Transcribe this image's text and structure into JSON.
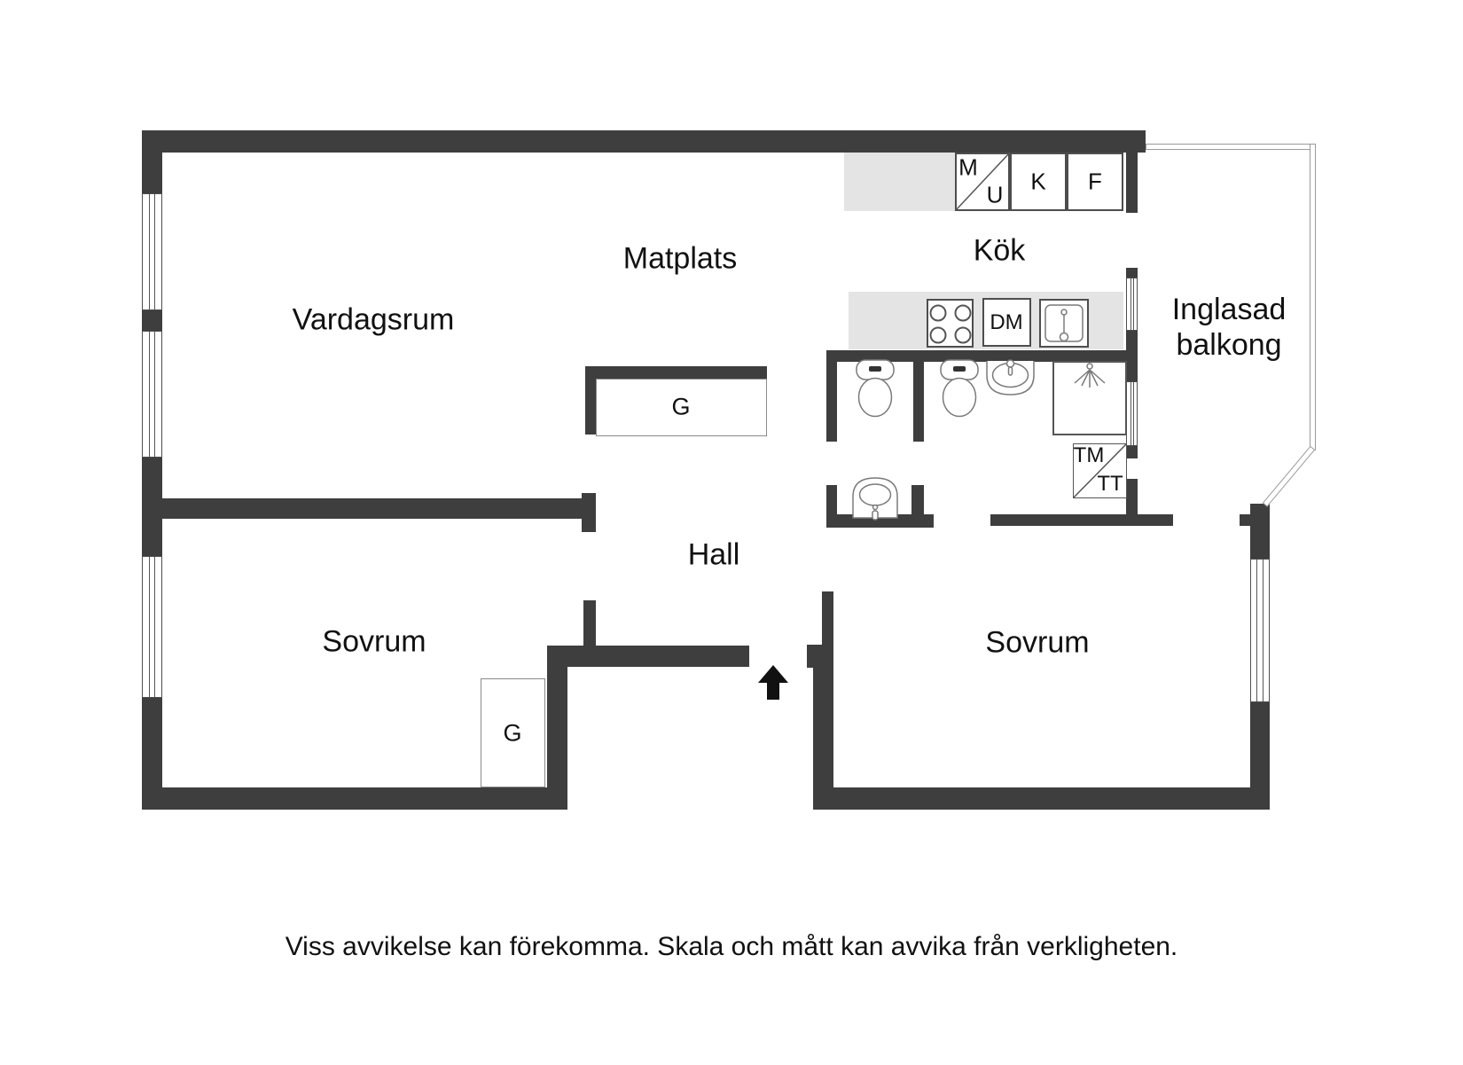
{
  "fp": {
    "rooms": {
      "livingroom": "Vardagsrum",
      "dining": "Matplats",
      "kitchen": "Kök",
      "hall": "Hall",
      "bedroom_left": "Sovrum",
      "bedroom_right": "Sovrum",
      "balcony_line1": "Inglasad",
      "balcony_line2": "balkong"
    },
    "closets": {
      "hall_wardrobe": "G",
      "bedroom_wardrobe": "G"
    },
    "appliances": {
      "microwave": "M",
      "oven": "U",
      "fridge": "K",
      "freezer": "F",
      "dishwasher": "DM",
      "washer": "TM",
      "dryer": "TT"
    },
    "disclaimer": "Viss avvikelse kan förekomma. Skala och mått kan avvika från verkligheten.",
    "colors": {
      "wall": "#3e3e3e",
      "counter": "#e4e4e4",
      "fixture": "#7a7a7a",
      "text": "#111111"
    }
  }
}
